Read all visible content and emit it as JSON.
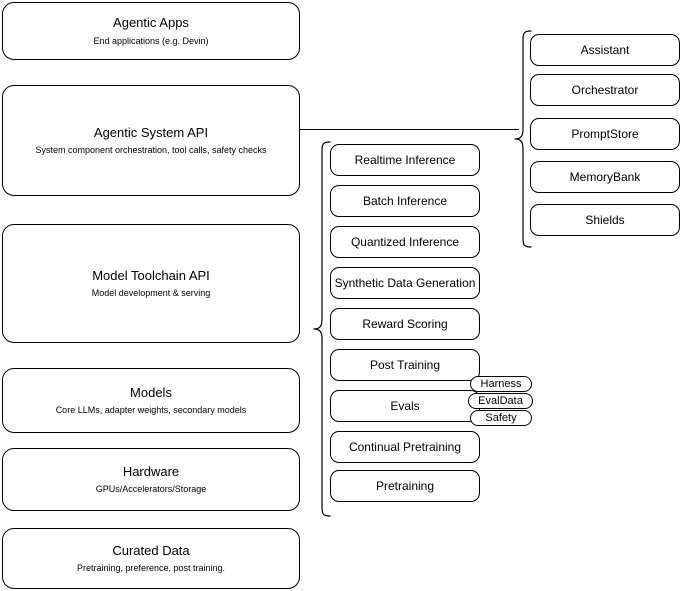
{
  "diagram": {
    "type": "layered-stack-diagram",
    "background_color": "#ffffff",
    "stroke_color": "#000000",
    "text_color": "#000000"
  },
  "layers": [
    {
      "title": "Agentic Apps",
      "subtitle": "End applications (e.g. Devin)"
    },
    {
      "title": "Agentic System API",
      "subtitle": "System component orchestration, tool calls, safety checks"
    },
    {
      "title": "Model Toolchain API",
      "subtitle": "Model development & serving"
    },
    {
      "title": "Models",
      "subtitle": "Core LLMs, adapter weights, secondary models"
    },
    {
      "title": "Hardware",
      "subtitle": "GPUs/Accelerators/Storage"
    },
    {
      "title": "Curated Data",
      "subtitle": "Pretraining, preference, post training."
    }
  ],
  "toolchain_capabilities": [
    {
      "label": "Realtime Inference"
    },
    {
      "label": "Batch Inference"
    },
    {
      "label": "Quantized Inference"
    },
    {
      "label": "Synthetic Data Generation"
    },
    {
      "label": "Reward Scoring"
    },
    {
      "label": "Post Training"
    },
    {
      "label": "Evals"
    },
    {
      "label": "Continual Pretraining"
    },
    {
      "label": "Pretraining"
    }
  ],
  "system_components": [
    {
      "label": "Assistant"
    },
    {
      "label": "Orchestrator"
    },
    {
      "label": "PromptStore"
    },
    {
      "label": "MemoryBank"
    },
    {
      "label": "Shields"
    }
  ],
  "eval_pills": [
    {
      "label": "Harness"
    },
    {
      "label": "EvalData"
    },
    {
      "label": "Safety"
    }
  ]
}
